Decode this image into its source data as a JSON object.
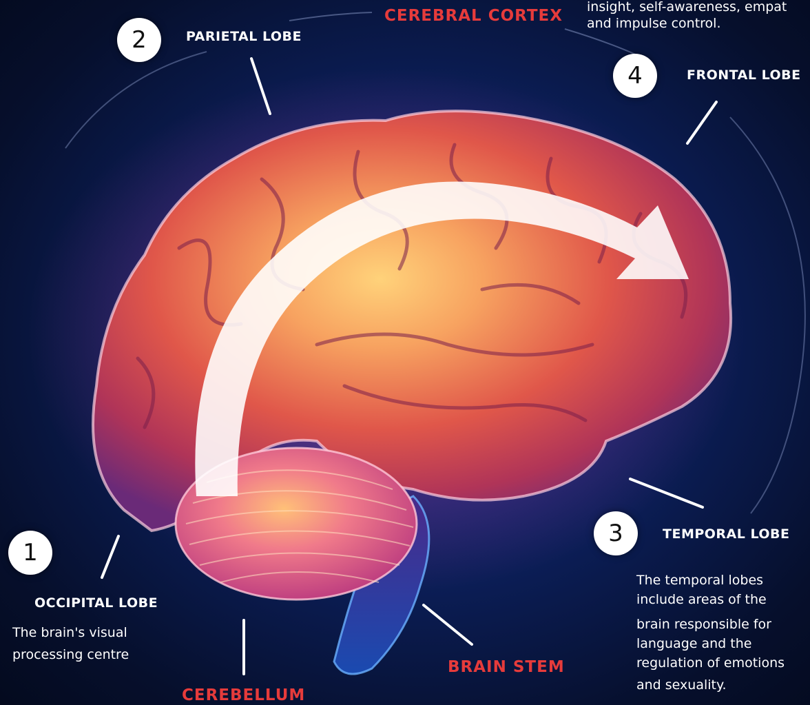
{
  "header": {
    "cortex_label": "CEREBRAL CORTEX",
    "cortex_desc": "insight,  self-awareness, empat",
    "cortex_desc_2": "and  impulse control."
  },
  "lobes": {
    "occipital": {
      "number": "1",
      "name": "OCCIPITAL LOBE",
      "desc_1": "The brain's visual",
      "desc_2": "processing centre"
    },
    "parietal": {
      "number": "2",
      "name": "PARIETAL LOBE"
    },
    "temporal": {
      "number": "3",
      "name": "TEMPORAL LOBE",
      "desc_1": "The temporal lobes",
      "desc_2": "include areas of the",
      "desc_3": "brain responsible for",
      "desc_4": "language and the",
      "desc_5": "regulation of emotions",
      "desc_6": "and sexuality."
    },
    "frontal": {
      "number": "4",
      "name": "FRONTAL LOBE"
    }
  },
  "structures": {
    "cerebellum": "CEREBELLUM",
    "brain_stem": "BRAIN STEM"
  },
  "colors": {
    "background": "#0a1a4c",
    "label_red": "#e63b3b",
    "label_white": "#ffffff"
  }
}
